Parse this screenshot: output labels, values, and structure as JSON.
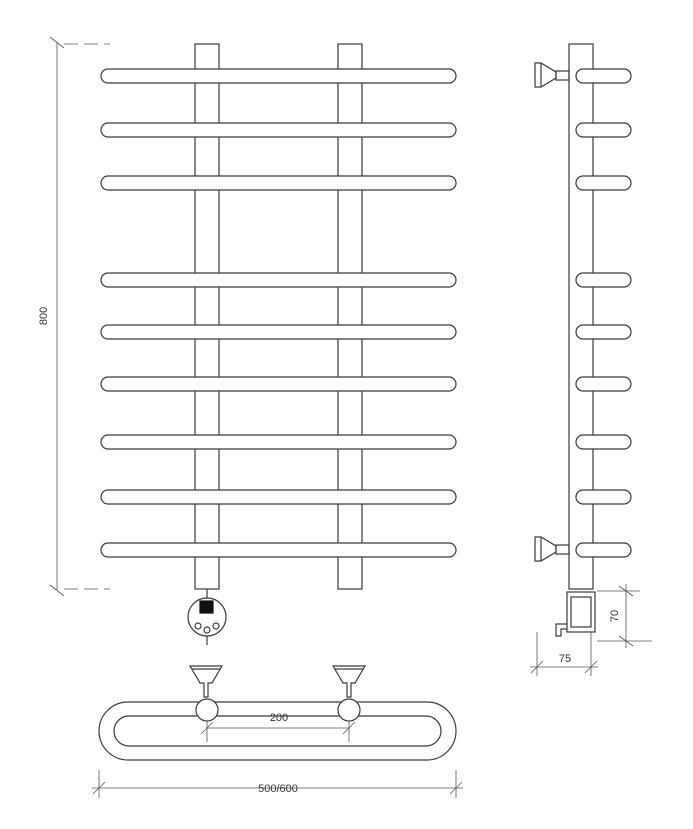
{
  "dimensions": {
    "height": "800",
    "width": "500/600",
    "mount_spacing": "200",
    "depth": "75",
    "connector_height": "70"
  },
  "colors": {
    "line": "#3a3a3a",
    "dim_line": "#555555",
    "controller_square": "#111111"
  },
  "front_view": {
    "rail_count": 9
  }
}
